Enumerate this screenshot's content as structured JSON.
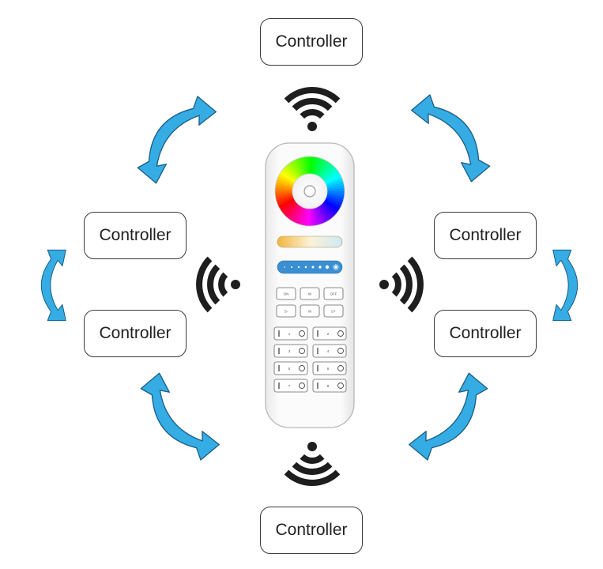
{
  "controllers": {
    "top": "Controller",
    "middle_left": "Controller",
    "middle_right": "Controller",
    "lower_left": "Controller",
    "lower_right": "Controller",
    "bottom": "Controller"
  },
  "remote": {
    "buttons_row1": [
      "ON",
      "W",
      "OFF"
    ],
    "buttons_row2": [
      "S-",
      "M",
      "S+"
    ],
    "zones": [
      "1",
      "2",
      "3",
      "4",
      "5",
      "6",
      "7",
      "8"
    ]
  },
  "colors": {
    "arrow": "#35ace3",
    "arrow_outline": "#1c5f86",
    "signal": "#1e1e1e",
    "remote_body": "#f6f6f6"
  },
  "icons": {
    "arrows": "double-headed-curved-arrow-icon",
    "signals": "wifi-signal-icon",
    "remote": "rgb-remote-control"
  }
}
